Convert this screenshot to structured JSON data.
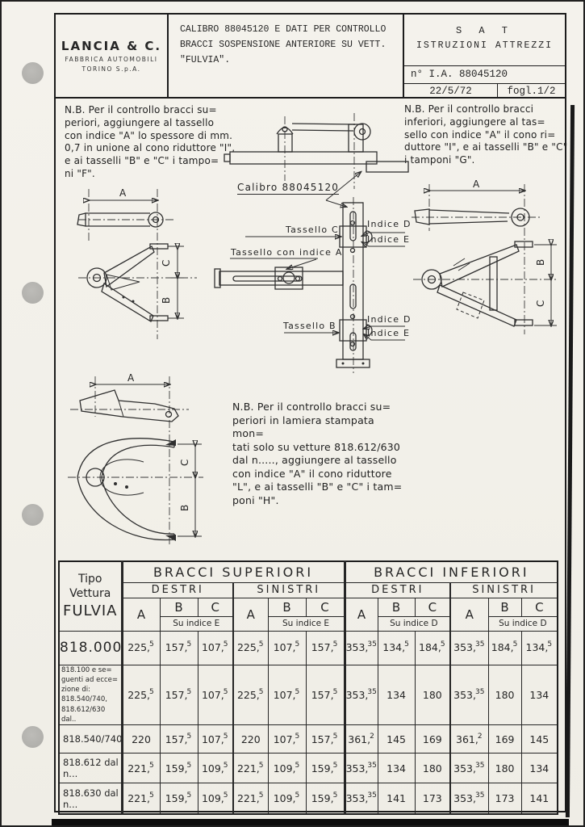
{
  "header": {
    "company_name": "LANCIA & C.",
    "company_sub1": "FABBRICA AUTOMOBILI",
    "company_sub2": "TORINO S.p.A.",
    "title": "CALIBRO 88045120 E DATI PER CONTROLLO\nBRACCI SOSPENSIONE ANTERIORE SU VETT.\n\"FULVIA\".",
    "dept1": "S A T",
    "dept2": "ISTRUZIONI ATTREZZI",
    "doc_number": "n° I.A. 88045120",
    "date": "22/5/72",
    "sheet": "fogl.1/2"
  },
  "notes": {
    "upper_left": "N.B. Per il controllo bracci su=\nperiori, aggiungere al tassello\ncon indice \"A\" lo spessore di mm.\n0,7 in unione al cono riduttore \"I\",\ne ai tasselli \"B\" e \"C\" i tampo=\nni \"F\".",
    "upper_right": "N.B. Per il controllo bracci\ninferiori, aggiungere al tas=\nsello con indice \"A\" il cono ri=\nduttore \"I\", e ai tasselli \"B\" e \"C\"\ni tamponi \"G\".",
    "middle": "N.B. Per il controllo bracci su=\nperiori in lamiera stampata mon=\ntati solo su vetture 818.612/630\ndal n....., aggiungere al tassello\ncon indice \"A\" il cono riduttore\n\"L\", e ai tasselli \"B\" e \"C\" i tam=\nponi \"H\"."
  },
  "labels": {
    "calibro": "Calibro 88045120",
    "tassello_c": "Tassello C",
    "tassello_a": "Tassello con indice A",
    "tassello_b": "Tassello B",
    "indice_d": "Indice D",
    "indice_e": "Indice E",
    "dim_a": "A",
    "dim_b": "B",
    "dim_c": "C"
  },
  "table": {
    "corner": "Tipo\nVettura",
    "corner_model": "FULVIA",
    "group_sup": "BRACCI SUPERIORI",
    "group_inf": "BRACCI INFERIORI",
    "destri": "DESTRI",
    "sinistri": "SINISTRI",
    "col_a": "A",
    "col_b": "B",
    "col_c": "C",
    "su_indice_e": "Su indice E",
    "su_indice_d": "Su indice D",
    "rows": [
      {
        "label": "818.000",
        "size": "lg",
        "values": [
          "225,5",
          "157,5",
          "107,5",
          "225,5",
          "107,5",
          "157,5",
          "353,35",
          "134,5",
          "184,5",
          "353,35",
          "184,5",
          "134,5"
        ]
      },
      {
        "label": "818.100 e se=\nguenti ad ecce=\nzione di:\n818.540/740,\n818.612/630 dal..",
        "size": "sm",
        "values": [
          "225,5",
          "157,5",
          "107,5",
          "225,5",
          "107,5",
          "157,5",
          "353,35",
          "134",
          "180",
          "353,35",
          "180",
          "134"
        ]
      },
      {
        "label": "818.540/740",
        "size": "md",
        "values": [
          "220",
          "157,5",
          "107,5",
          "220",
          "107,5",
          "157,5",
          "361,2",
          "145",
          "169",
          "361,2",
          "169",
          "145"
        ]
      },
      {
        "label": "818.612 dal n...",
        "size": "md",
        "values": [
          "221,5",
          "159,5",
          "109,5",
          "221,5",
          "109,5",
          "159,5",
          "353,35",
          "134",
          "180",
          "353,35",
          "180",
          "134"
        ]
      },
      {
        "label": "818.630 dal n...",
        "size": "md",
        "values": [
          "221,5",
          "159,5",
          "109,5",
          "221,5",
          "109,5",
          "159,5",
          "353,35",
          "141",
          "173",
          "353,35",
          "173",
          "141"
        ]
      }
    ]
  }
}
